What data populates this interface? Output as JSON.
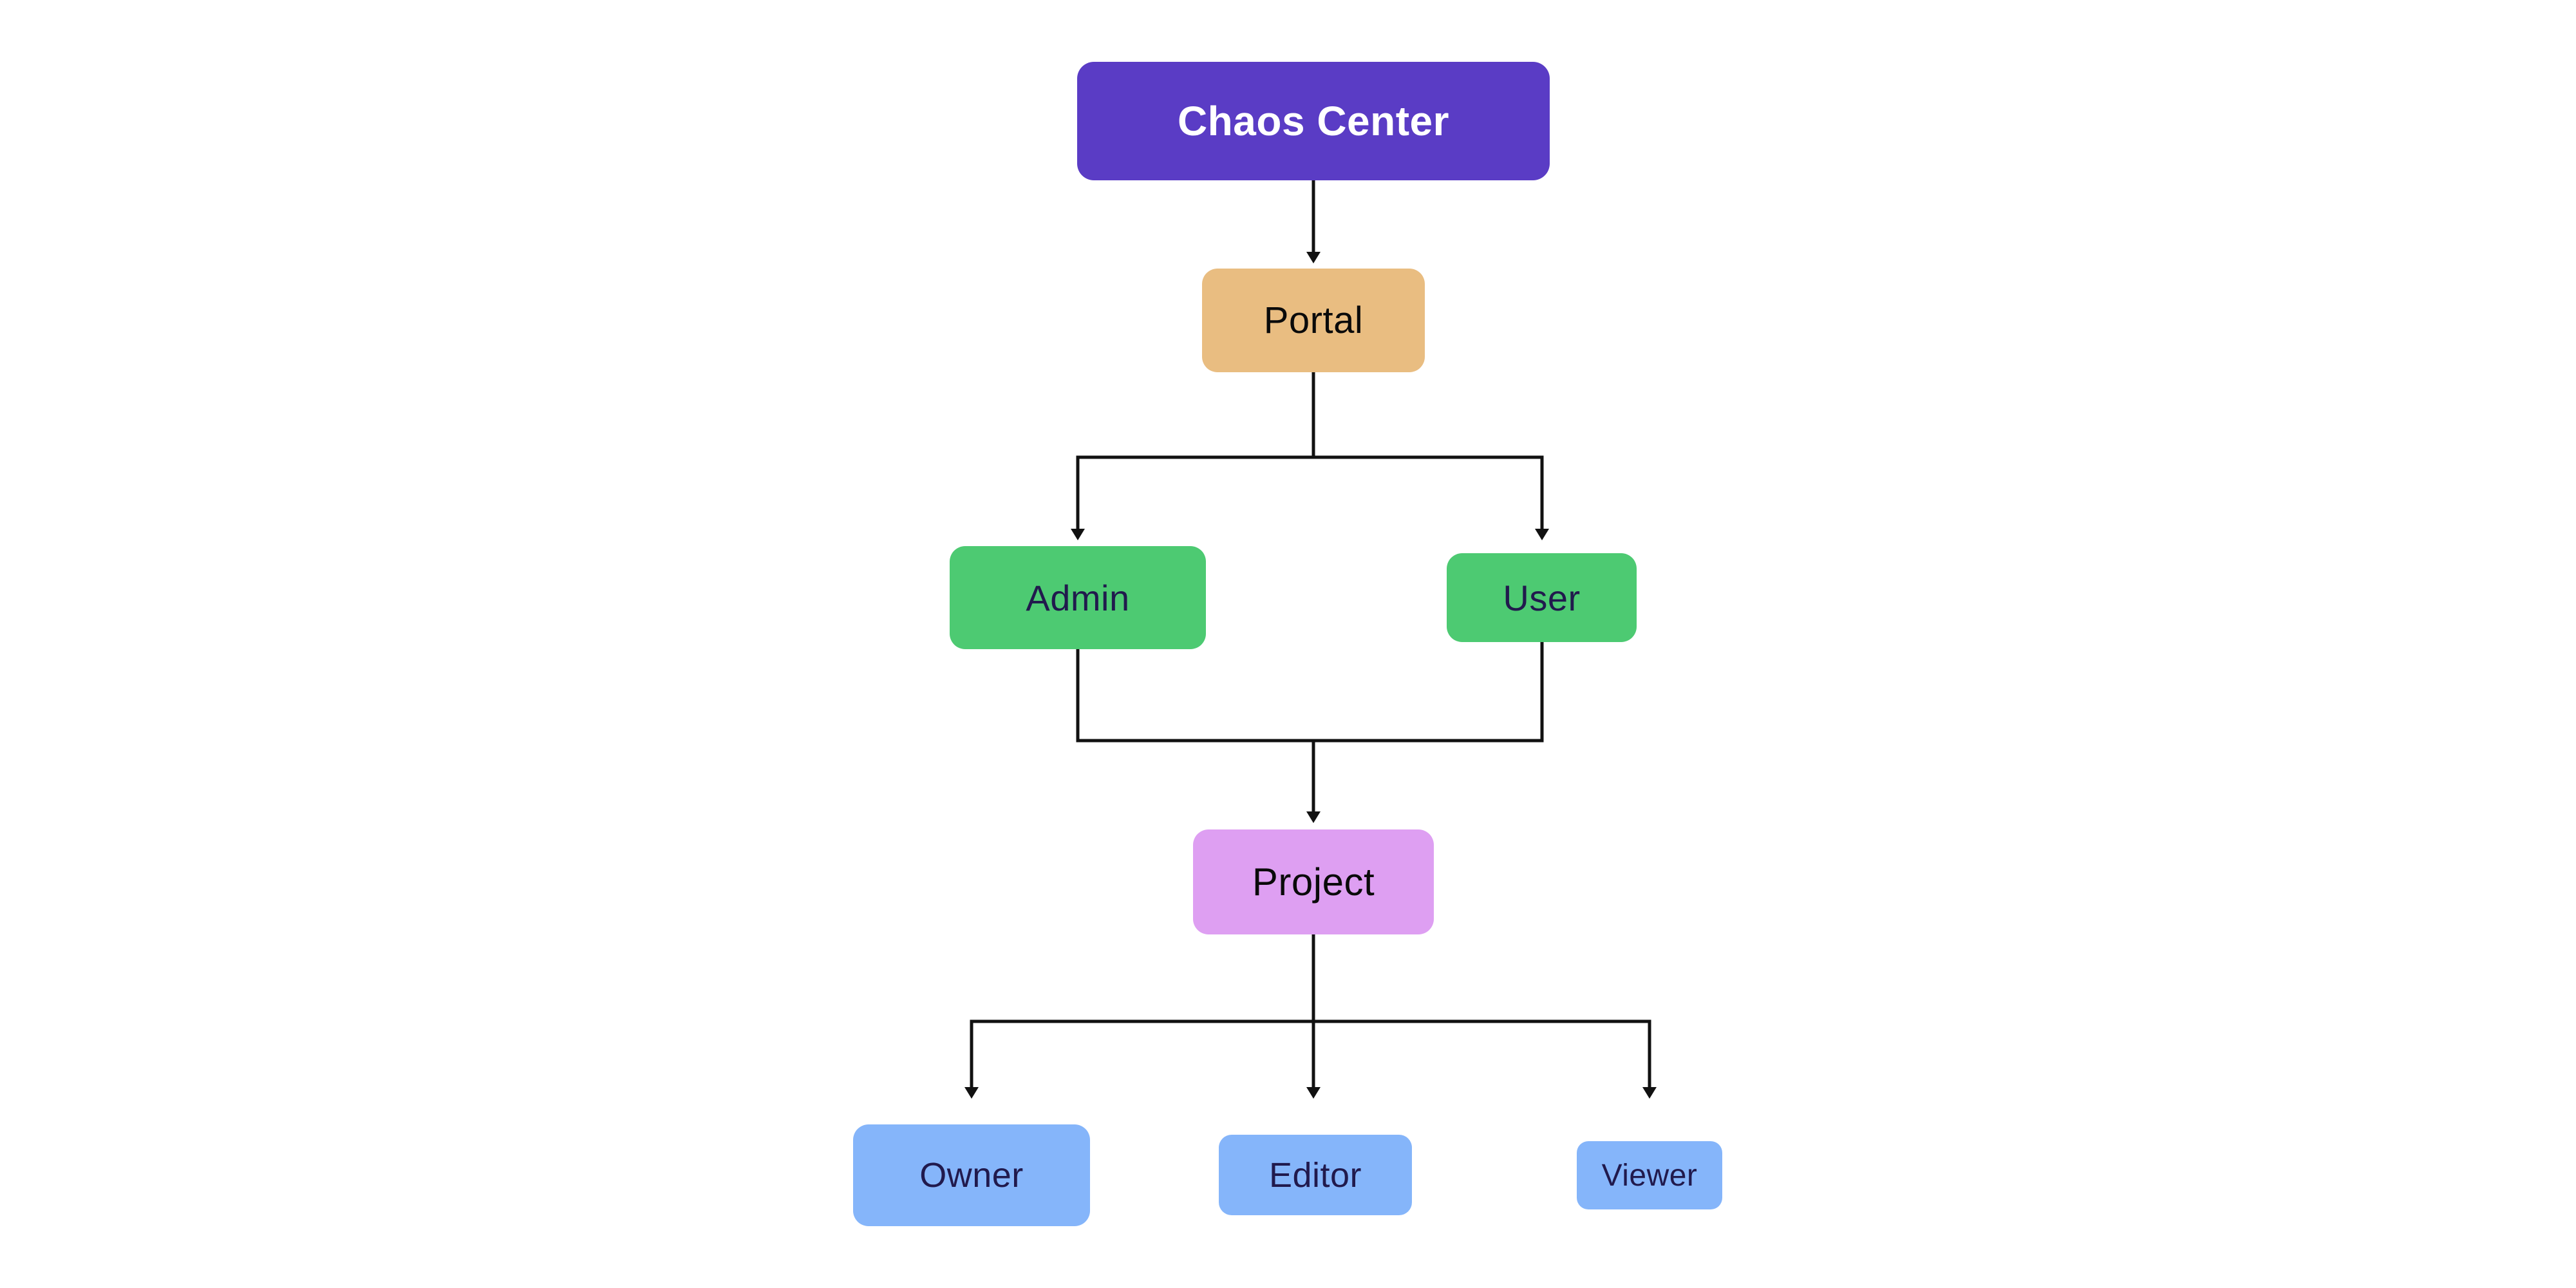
{
  "diagram": {
    "type": "flowchart-hierarchy",
    "background": "#ffffff",
    "line_color": "#111111",
    "nodes": [
      {
        "id": "chaos-center",
        "label": "Chaos Center",
        "fill": "#5a3cc5",
        "text_color": "#ffffff"
      },
      {
        "id": "portal",
        "label": "Portal",
        "fill": "#e9bd81",
        "text_color": "#0a0a0a"
      },
      {
        "id": "admin",
        "label": "Admin",
        "fill": "#4dca72",
        "text_color": "#211a4d"
      },
      {
        "id": "user",
        "label": "User",
        "fill": "#4dca72",
        "text_color": "#211a4d"
      },
      {
        "id": "project",
        "label": "Project",
        "fill": "#de9ff2",
        "text_color": "#0a0a0a"
      },
      {
        "id": "owner",
        "label": "Owner",
        "fill": "#85b5fa",
        "text_color": "#211a4d"
      },
      {
        "id": "editor",
        "label": "Editor",
        "fill": "#85b5fa",
        "text_color": "#211a4d"
      },
      {
        "id": "viewer",
        "label": "Viewer",
        "fill": "#85b5fa",
        "text_color": "#211a4d"
      }
    ],
    "edges": [
      {
        "from": "chaos-center",
        "to": "portal"
      },
      {
        "from": "portal",
        "to": "admin"
      },
      {
        "from": "portal",
        "to": "user"
      },
      {
        "from": "admin",
        "to": "project"
      },
      {
        "from": "user",
        "to": "project"
      },
      {
        "from": "project",
        "to": "owner"
      },
      {
        "from": "project",
        "to": "editor"
      },
      {
        "from": "project",
        "to": "viewer"
      }
    ]
  }
}
